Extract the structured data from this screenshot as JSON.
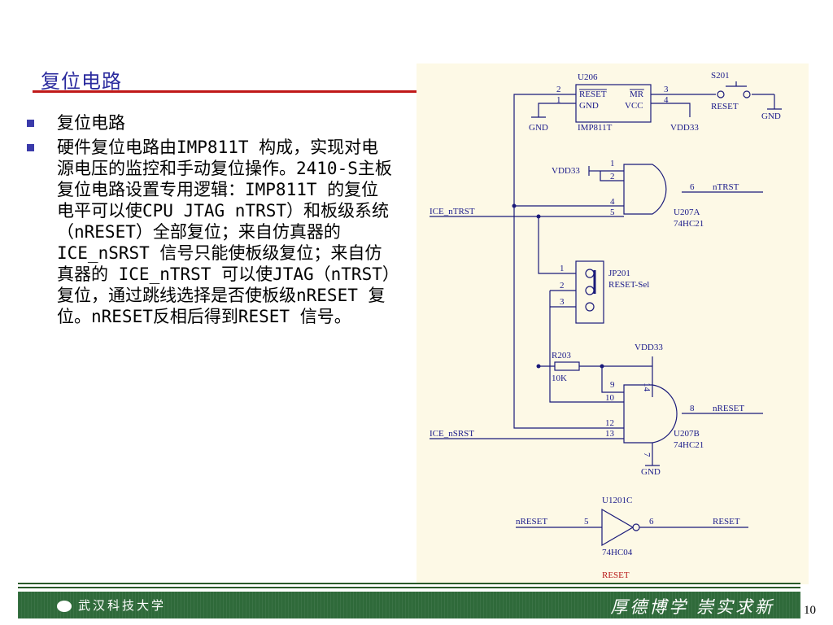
{
  "slide": {
    "title": "复位电路",
    "page_number": "10",
    "bullets": [
      "复位电路",
      "硬件复位电路由IMP811T 构成，实现对电源电压的监控和手动复位操作。2410-S主板复位电路设置专用逻辑：IMP811T 的复位电平可以使CPU JTAG nTRST）和板级系统（nRESET）全部复位；来自仿真器的ICE_nSRST 信号只能使板级复位；来自仿真器的 ICE_nTRST 可以使JTAG（nTRST）复位，通过跳线选择是否使板级nRESET 复位。nRESET反相后得到RESET 信号。"
    ]
  },
  "footer": {
    "university": "武汉科技大学",
    "motto": "厚德博学 崇实求新"
  },
  "colors": {
    "title": "#2a2a9e",
    "title_rule": "#c01818",
    "schematic_bg": "#fdf9e6",
    "wire": "#1a1a7a",
    "label_blue": "#1a1a8a",
    "label_red": "#b81818",
    "footer_green": "#2f6a3a"
  },
  "schematic": {
    "u206": {
      "ref": "U206",
      "part": "IMP811T",
      "pin_reset": "RESET",
      "pin_gnd": "GND",
      "pin_mr": "MR",
      "pin_vcc": "VCC",
      "pin2": "2",
      "pin1": "1",
      "pin3": "3",
      "pin4": "4"
    },
    "s201": {
      "ref": "S201",
      "label": "RESET"
    },
    "gnd_label": "GND",
    "vdd_label": "VDD33",
    "u207a": {
      "ref": "U207A",
      "part": "74HC21",
      "pin1": "1",
      "pin2": "2",
      "pin4": "4",
      "pin5": "5",
      "pin6": "6"
    },
    "ntrst": "nTRST",
    "ice_ntrst": "ICE_nTRST",
    "jp201": {
      "ref": "JP201",
      "name": "RESET-Sel",
      "pin1": "1",
      "pin2": "2",
      "pin3": "3"
    },
    "r203": {
      "ref": "R203",
      "value": "10K"
    },
    "u207b": {
      "ref": "U207B",
      "part": "74HC21",
      "pin9": "9",
      "pin10": "10",
      "pin12": "12",
      "pin13": "13",
      "pin8": "8",
      "pin14": "14",
      "pin7": "7"
    },
    "nreset": "nRESET",
    "ice_nsrst": "ICE_nSRST",
    "u1201c": {
      "ref": "U1201C",
      "part": "74HC04",
      "pin5": "5",
      "pin6": "6"
    },
    "reset": "RESET"
  }
}
